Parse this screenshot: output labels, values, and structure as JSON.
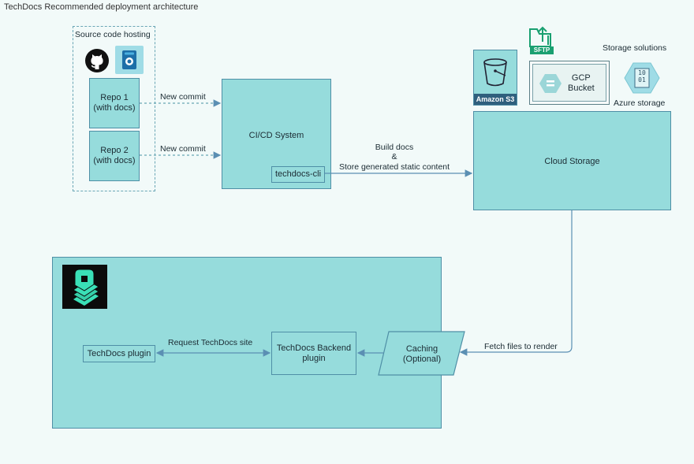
{
  "title": "TechDocs Recommended deployment architecture",
  "source_hosting": {
    "label": "Source code hosting",
    "icons": [
      "github-icon",
      "bitbucket-icon"
    ],
    "repos": [
      {
        "line1": "Repo 1",
        "line2": "(with docs)"
      },
      {
        "line1": "Repo 2",
        "line2": "(with docs)"
      }
    ]
  },
  "edges": {
    "new_commit_1": "New commit",
    "new_commit_2": "New commit",
    "build_line1": "Build docs",
    "build_line2": "&",
    "build_line3": "Store generated static content",
    "fetch": "Fetch files to render",
    "request": "Request TechDocs site"
  },
  "cicd": {
    "label": "CI/CD System",
    "cli": "techdocs-cli"
  },
  "storage": {
    "solutions_label": "Storage solutions",
    "amazon_s3": "Amazon S3",
    "sftp": "SFTP",
    "gcp_line1": "GCP",
    "gcp_line2": "Bucket",
    "azure_icon_text1": "10",
    "azure_icon_text2": "01",
    "azure": "Azure storage",
    "cloud": "Cloud Storage"
  },
  "backstage": {
    "icon": "backstage-logo",
    "plugin": "TechDocs plugin",
    "backend_line1": "TechDocs Backend",
    "backend_line2": "plugin",
    "caching_line1": "Caching",
    "caching_line2": "(Optional)"
  },
  "colors": {
    "box_fill": "#96dcdc",
    "box_stroke": "#4f8fa6",
    "arrow": "#5b8fb3",
    "dashed": "#6aa6b5",
    "background": "#f2faf9"
  }
}
